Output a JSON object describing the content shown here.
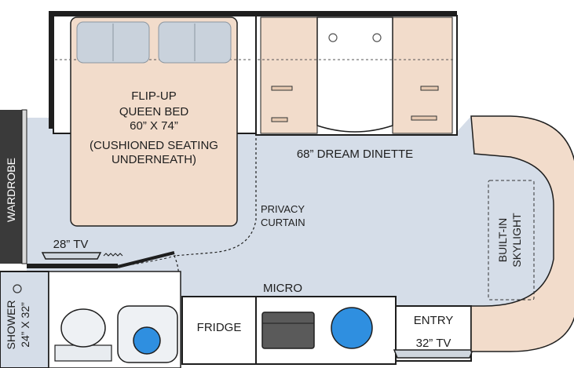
{
  "labels": {
    "bed_line1": "FLIP-UP",
    "bed_line2": "QUEEN BED",
    "bed_line3": "60” X 74”",
    "bed_line4": "(CUSHIONED SEATING",
    "bed_line5": "UNDERNEATH)",
    "dinette": "68” DREAM DINETTE",
    "wardrobe": "WARDROBE",
    "privacy_line1": "PRIVACY",
    "privacy_line2": "CURTAIN",
    "skylight_line1": "BUILT-IN",
    "skylight_line2": "SKYLIGHT",
    "tv_rear": "28” TV",
    "micro": "MICRO",
    "fridge": "FRIDGE",
    "entry": "ENTRY",
    "tv_front": "32” TV",
    "shower_line1": "SHOWER",
    "shower_line2": "24” X 32”"
  },
  "colors": {
    "floor": "#d5dde8",
    "cushion": "#f2dccb",
    "wall": "#1e1e1e",
    "counter": "#ffffff",
    "sink_blue": "#2f8fe0",
    "pillow": "#c9d2dc",
    "wardrobe_fill": "#3a3a3a"
  }
}
